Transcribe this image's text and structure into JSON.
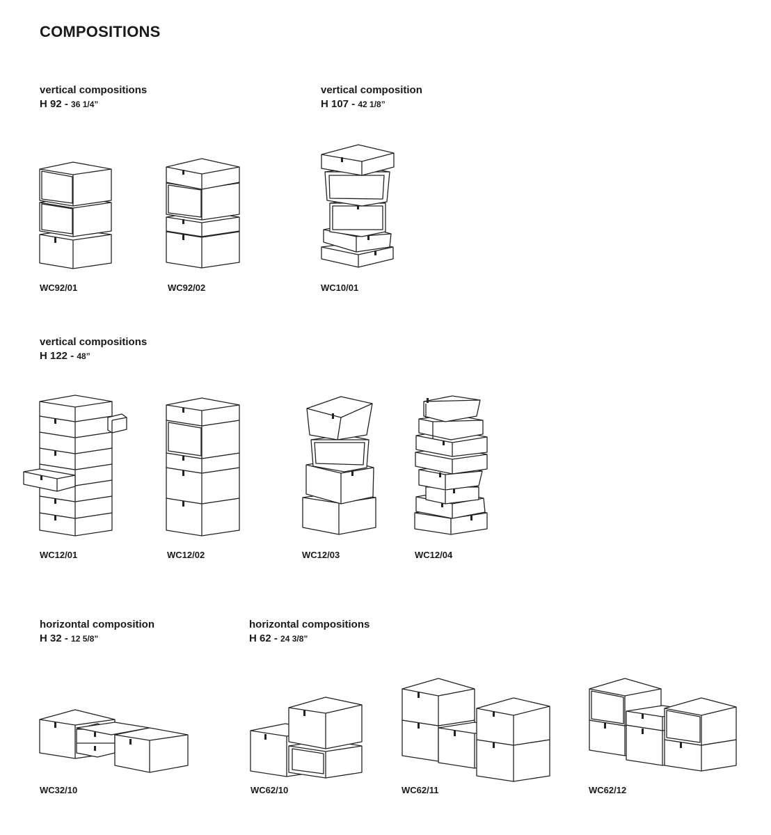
{
  "page": {
    "title": "COMPOSITIONS"
  },
  "sections": [
    {
      "line1": "vertical compositions",
      "h": "H 92 - ",
      "in": "36 1/4”",
      "items": [
        {
          "code": "WC92/01"
        },
        {
          "code": "WC92/02"
        }
      ]
    },
    {
      "line1": "vertical composition",
      "h": "H 107 - ",
      "in": "42 1/8”",
      "items": [
        {
          "code": "WC10/01"
        }
      ]
    },
    {
      "line1": "vertical compositions",
      "h": "H 122 - ",
      "in": "48”",
      "items": [
        {
          "code": "WC12/01"
        },
        {
          "code": "WC12/02"
        },
        {
          "code": "WC12/03"
        },
        {
          "code": "WC12/04"
        }
      ]
    },
    {
      "line1": "horizontal composition",
      "h": "H 32 - ",
      "in": "12 5/8”",
      "items": [
        {
          "code": "WC32/10"
        }
      ]
    },
    {
      "line1": "horizontal compositions",
      "h": "H 62 - ",
      "in": "24 3/8”",
      "items": [
        {
          "code": "WC62/10"
        },
        {
          "code": "WC62/11"
        },
        {
          "code": "WC62/12"
        }
      ]
    }
  ]
}
